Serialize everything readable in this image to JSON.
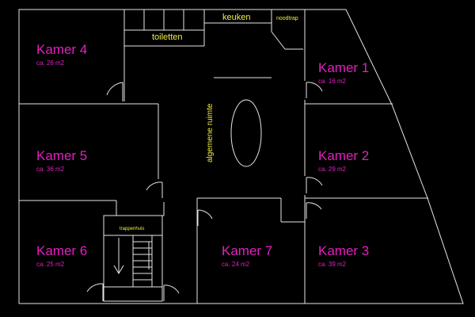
{
  "colors": {
    "background": "#000000",
    "walls": "#e6e6e6",
    "room_labels": "#e020c0",
    "utility_labels": "#f0f040"
  },
  "rooms": [
    {
      "name": "Kamer 1",
      "area": "ca. 16 m2"
    },
    {
      "name": "Kamer 2",
      "area": "ca. 29 m2"
    },
    {
      "name": "Kamer 3",
      "area": "ca. 39 m2"
    },
    {
      "name": "Kamer 4",
      "area": "ca. 26 m2"
    },
    {
      "name": "Kamer 5",
      "area": "ca. 36 m2"
    },
    {
      "name": "Kamer 6",
      "area": "ca. 25 m2"
    },
    {
      "name": "Kamer 7",
      "area": "ca. 24 m2"
    }
  ],
  "utility": {
    "toilets": "toiletten",
    "kitchen": "keuken",
    "emergency_stair": "noodtrap",
    "common_area": "algemene ruimte",
    "stairwell": "trappenhuis"
  }
}
